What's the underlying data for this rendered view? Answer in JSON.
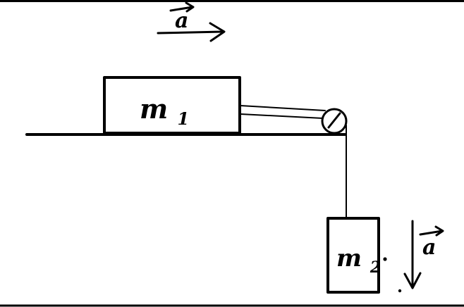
{
  "figure": {
    "block1": {
      "symbol": "m",
      "subscript": "1"
    },
    "block2": {
      "symbol": "m",
      "subscript": "2"
    },
    "acceleration_top": {
      "symbol": "a"
    },
    "acceleration_down": {
      "symbol": "a"
    }
  },
  "colors": {
    "ink": "#000000",
    "background": "#ffffff"
  }
}
